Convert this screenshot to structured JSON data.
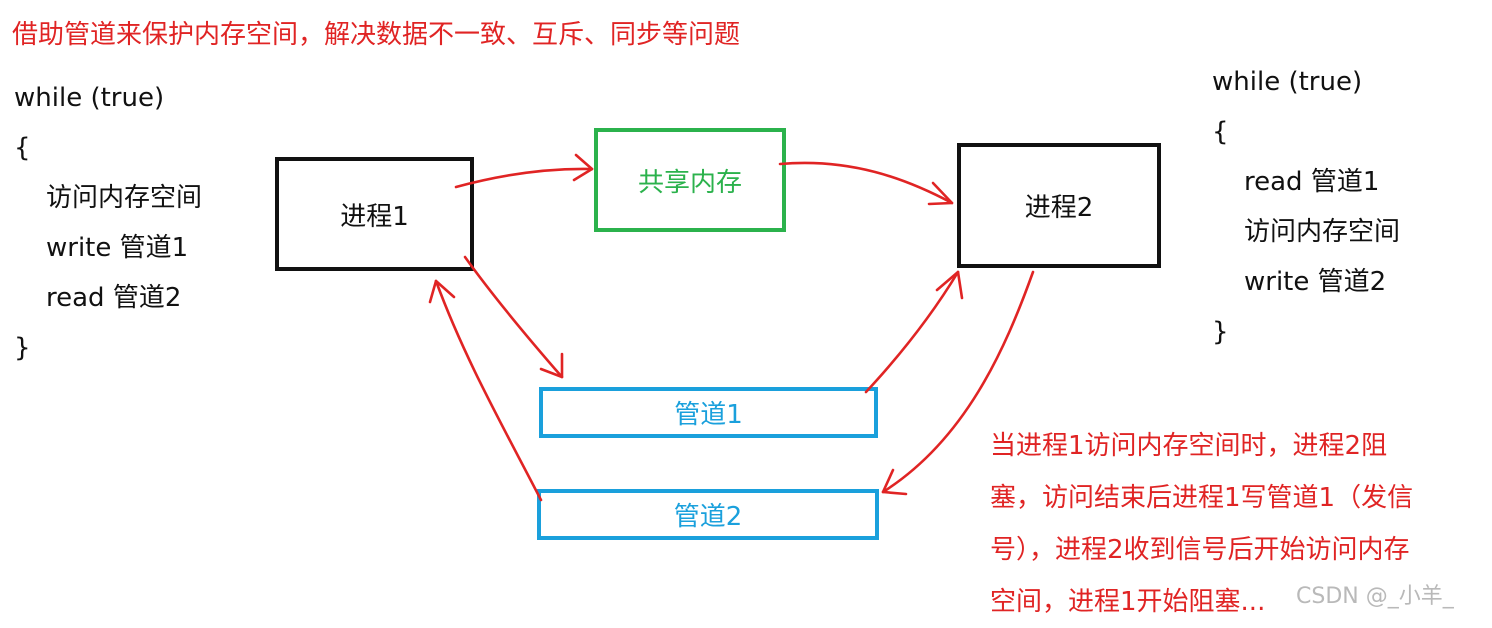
{
  "title": "借助管道来保护内存空间，解决数据不一致、互斥、同步等问题",
  "process1_code": [
    "while (true)",
    "{",
    "访问内存空间",
    "write 管道1",
    "read 管道2",
    "}"
  ],
  "process2_code": [
    "while (true)",
    "{",
    "read 管道1",
    "访问内存空间",
    "write 管道2",
    "}"
  ],
  "nodes": {
    "process1": "进程1",
    "process2": "进程2",
    "shared_memory": "共享内存",
    "pipe1": "管道1",
    "pipe2": "管道2"
  },
  "note_lines": [
    "当进程1访问内存空间时，进程2阻",
    "塞，访问结束后进程1写管道1（发信",
    "号），进程2收到信号后开始访问内存",
    "空间，进程1开始阻塞..."
  ],
  "watermark": "CSDN @_小羊_",
  "colors": {
    "annotation": "#e02424",
    "shared_memory": "#2bb24c",
    "pipe": "#1aa0dc",
    "process": "#111111"
  }
}
